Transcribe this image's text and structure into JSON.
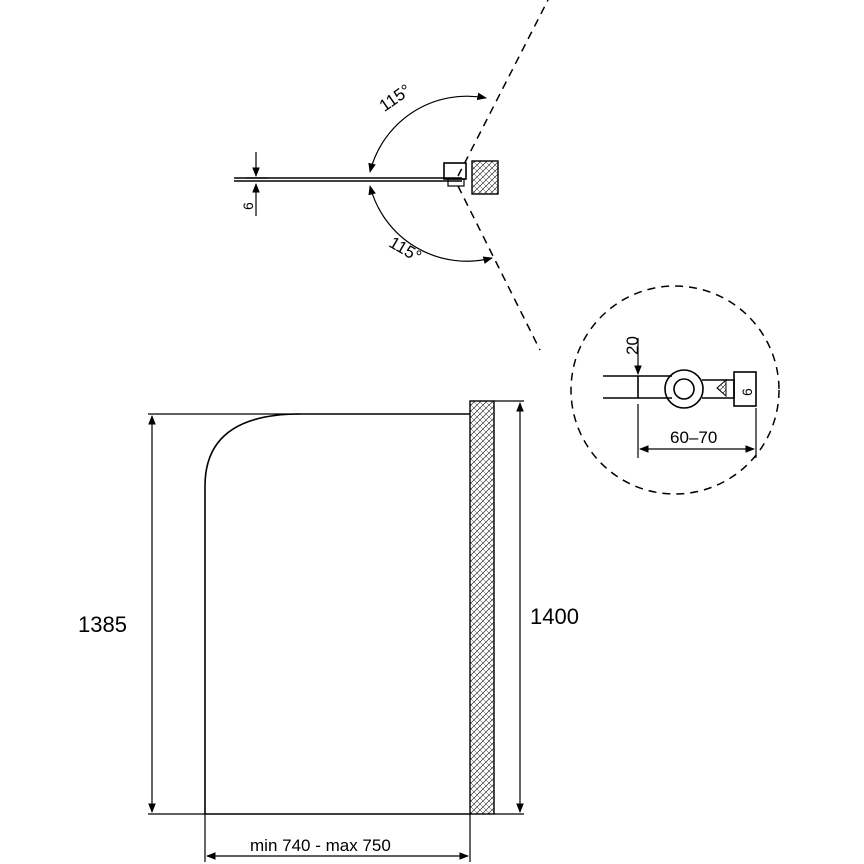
{
  "top_view": {
    "angle_upper": "115°",
    "angle_lower": "115°",
    "glass_thickness": "6"
  },
  "detail_view": {
    "offset": "20",
    "thickness": "6",
    "clamp_range": "60–70"
  },
  "front_view": {
    "panel_height": "1385",
    "profile_height": "1400",
    "width_range": "min 740 - max 750"
  }
}
